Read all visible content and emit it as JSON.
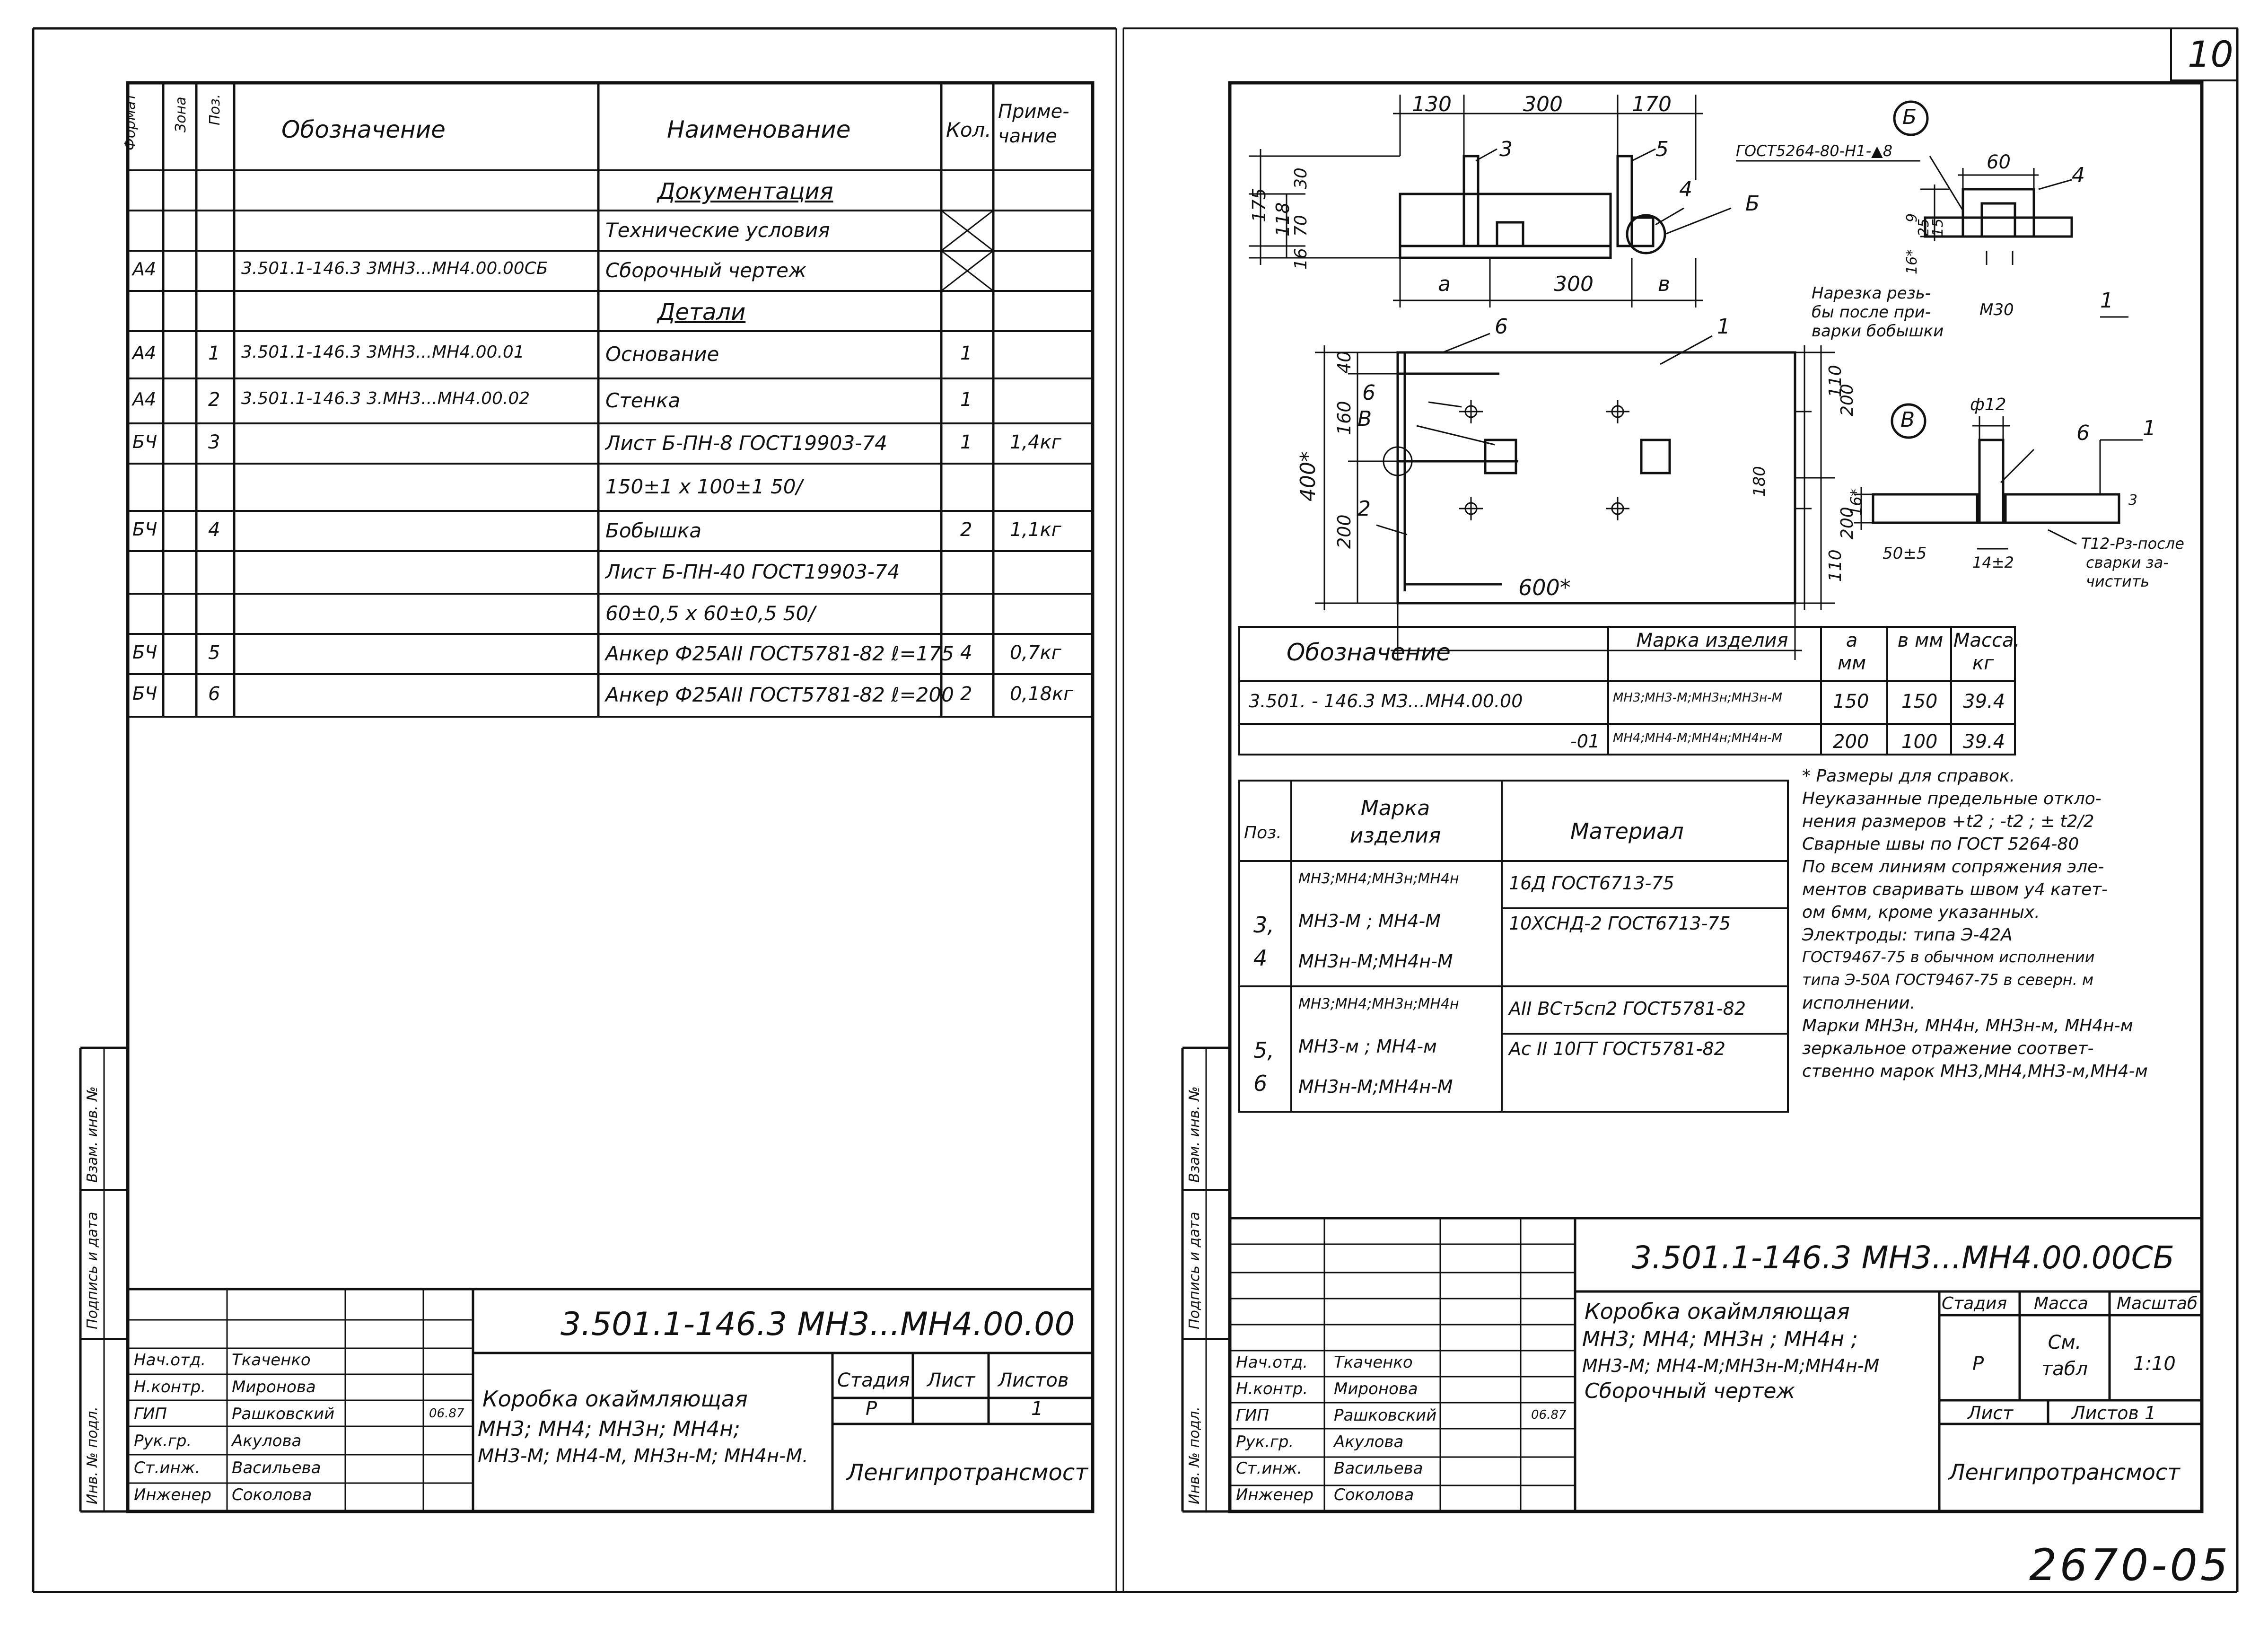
{
  "page_number": "10",
  "archive_number": "2670-05",
  "left_sheet": {
    "spec_headers": {
      "format": "Формат",
      "zone": "Зона",
      "pos": "Поз.",
      "designation": "Обозначение",
      "name": "Наименование",
      "qty": "Кол.",
      "note": "Приме-\nчание"
    },
    "spec_rows": [
      {
        "format": "",
        "zone": "",
        "pos": "",
        "designation": "",
        "name": "Документация",
        "qty": "",
        "note": "",
        "underline": true
      },
      {
        "format": "",
        "zone": "",
        "pos": "",
        "designation": "",
        "name": "Технические условия",
        "qty": "X",
        "note": "X"
      },
      {
        "format": "А4",
        "zone": "",
        "pos": "",
        "designation": "3.501.1-146.3   3МН3...МН4.00.00СБ",
        "name": "Сборочный  чертеж",
        "qty": "X",
        "note": "X"
      },
      {
        "format": "",
        "zone": "",
        "pos": "",
        "designation": "",
        "name": "Детали",
        "qty": "",
        "note": "",
        "underline": true
      },
      {
        "format": "А4",
        "zone": "",
        "pos": "1",
        "designation": "3.501.1-146.3      3МН3...МН4.00.01",
        "name": "Основание",
        "qty": "1",
        "note": ""
      },
      {
        "format": "А4",
        "zone": "",
        "pos": "2",
        "designation": "3.501.1-146.3    3.МН3...МН4.00.02",
        "name": "Стенка",
        "qty": "1",
        "note": ""
      },
      {
        "format": "БЧ",
        "zone": "",
        "pos": "3",
        "designation": "",
        "name": "Лист Б-ПН-8 ГОСТ19903-74",
        "qty": "1",
        "note": "1,4кг"
      },
      {
        "format": "",
        "zone": "",
        "pos": "",
        "designation": "",
        "name": "150±1 х 100±1  50/",
        "qty": "",
        "note": ""
      },
      {
        "format": "БЧ",
        "zone": "",
        "pos": "4",
        "designation": "",
        "name": "Бобышка",
        "qty": "2",
        "note": "1,1кг"
      },
      {
        "format": "",
        "zone": "",
        "pos": "",
        "designation": "",
        "name": "Лист Б-ПН-40 ГОСТ19903-74",
        "qty": "",
        "note": ""
      },
      {
        "format": "",
        "zone": "",
        "pos": "",
        "designation": "",
        "name": "60±0,5 х 60±0,5 50/",
        "qty": "",
        "note": ""
      },
      {
        "format": "БЧ",
        "zone": "",
        "pos": "5",
        "designation": "",
        "name": "Анкер Ф25АII ГОСТ5781-82 ℓ=175",
        "qty": "4",
        "note": "0,7кг"
      },
      {
        "format": "БЧ",
        "zone": "",
        "pos": "6",
        "designation": "",
        "name": "Анкер Ф25АII ГОСТ5781-82 ℓ=200",
        "qty": "2",
        "note": "0,18кг"
      }
    ],
    "side_stamp": [
      "Инв. № подл.",
      "Подпись и дата",
      "Взам. инв. №"
    ],
    "title_block": {
      "code": "3.501.1-146.3   МН3...МН4.00.00",
      "title_lines": [
        "Коробка окаймляющая",
        "МН3; МН4; МН3н; МН4н;",
        "МН3-М; МН4-М, МН3н-М; МН4н-М."
      ],
      "stage_label": "Стадия",
      "sheet_label": "Лист",
      "sheets_label": "Листов",
      "stage": "Р",
      "sheet": "",
      "sheets": "1",
      "org": "Ленгипротрансмост",
      "staff": [
        {
          "role": "Нач.отд.",
          "name": "Ткаченко",
          "date": ""
        },
        {
          "role": "Н.контр.",
          "name": "Миронова",
          "date": ""
        },
        {
          "role": "ГИП",
          "name": "Рашковский",
          "date": "06.87"
        },
        {
          "role": "Рук.гр.",
          "name": "Акулова",
          "date": ""
        },
        {
          "role": "Ст.инж.",
          "name": "Васильева",
          "date": ""
        },
        {
          "role": "Инженер",
          "name": "Соколова",
          "date": ""
        }
      ]
    }
  },
  "right_sheet": {
    "drawing": {
      "top_dims": [
        "130",
        "300",
        "170"
      ],
      "left_dims": [
        "175",
        "118",
        "30",
        "70",
        "16"
      ],
      "bottom_dims": [
        "a",
        "300",
        "в"
      ],
      "callouts": [
        "3",
        "5",
        "4",
        "Б",
        "6",
        "1",
        "6",
        "В",
        "2"
      ],
      "plan_dims_left": [
        "40",
        "160",
        "200",
        "400*"
      ],
      "plan_dims_right": [
        "110",
        "200",
        "200",
        "110"
      ],
      "plan_width": "600*",
      "plan_inner": "180",
      "detail_b": {
        "label": "Б",
        "gost": "ГОСТ5264-80-Н1-▲8",
        "dim_top": "60",
        "pos": "4",
        "dims": [
          "9",
          "25",
          "15",
          "16*"
        ],
        "thread": "М30",
        "note": [
          "Нарезка резь-",
          "бы после при-",
          "варки бобышки"
        ],
        "pos2": "1"
      },
      "detail_v": {
        "label": "В",
        "dia": "ф12",
        "pos": [
          "6",
          "1"
        ],
        "dims": [
          "16*",
          "50±5",
          "14±2",
          "3"
        ],
        "note": [
          "Т12-Рз-после",
          "сварки за-",
          "чистить"
        ]
      }
    },
    "variants_table": {
      "headers": [
        "Обозначение",
        "Марка изделия",
        "a мм",
        "в мм",
        "Масса, кг"
      ],
      "rows": [
        [
          "3.501. - 146.3    МЗ...МН4.00.00",
          "МН3;МН3-М;МН3н;МН3н-М",
          "150",
          "150",
          "39.4"
        ],
        [
          "-01",
          "МН4;МН4-М;МН4н;МН4н-М",
          "200",
          "100",
          "39.4"
        ]
      ]
    },
    "materials_table": {
      "headers": [
        "Поз.",
        "Марка изделия",
        "Материал"
      ],
      "rows": [
        {
          "pos": "3,\n4",
          "items": [
            [
              "МН3;МН4;МН3н;МН4н",
              "16Д  ГОСТ6713-75"
            ],
            [
              "МН3-М ; МН4-М",
              "10ХСНД-2 ГОСТ6713-75"
            ],
            [
              "МН3н-М;МН4н-М",
              ""
            ]
          ]
        },
        {
          "pos": "5,\n6",
          "items": [
            [
              "МН3;МН4;МН3н;МН4н",
              "АII ВСт5сп2 ГОСТ5781-82"
            ],
            [
              "МН3-м ; МН4-м",
              "Ас II 10ГТ ГОСТ5781-82"
            ],
            [
              "МН3н-М;МН4н-М",
              ""
            ]
          ]
        }
      ]
    },
    "notes": [
      "* Размеры для справок.",
      "Неуказанные предельные откло-",
      "нения размеров +t2 ; -t2 ; ± t2/2",
      "Сварные швы по ГОСТ 5264-80",
      "По всем линиям сопряжения эле-",
      "ментов сваривать швом у4 катет-",
      "ом 6мм, кроме указанных.",
      "Электроды: типа Э-42А",
      "ГОСТ9467-75 в обычном исполнении",
      "типа Э-50А ГОСТ9467-75 в северн. м",
      "исполнении.",
      "Марки МН3н, МН4н, МН3н-м, МН4н-м",
      "зеркальное отражение соответ-",
      "ственно марок МН3,МН4,МН3-м,МН4-м"
    ],
    "side_stamp": [
      "Инв. № подл.",
      "Подпись и дата",
      "Взам. инв. №"
    ],
    "title_block": {
      "code": "3.501.1-146.3   МН3...МН4.00.00СБ",
      "title_lines": [
        "Коробка окаймляющая",
        "МН3; МН4; МН3н ; МН4н ;",
        "МН3-М; МН4-М;МН3н-М;МН4н-М",
        "Сборочный  чертеж"
      ],
      "stage_label": "Стадия",
      "mass_label": "Масса",
      "scale_label": "Масштаб",
      "stage": "Р",
      "mass": "См. табл",
      "scale": "1:10",
      "sheet_label": "Лист",
      "sheets_label": "Листов 1",
      "org": "Ленгипротрансмост",
      "staff": [
        {
          "role": "Нач.отд.",
          "name": "Ткаченко",
          "date": ""
        },
        {
          "role": "Н.контр.",
          "name": "Миронова",
          "date": ""
        },
        {
          "role": "ГИП",
          "name": "Рашковский",
          "date": "06.87"
        },
        {
          "role": "Рук.гр.",
          "name": "Акулова",
          "date": ""
        },
        {
          "role": "Ст.инж.",
          "name": "Васильева",
          "date": ""
        },
        {
          "role": "Инженер",
          "name": "Соколова",
          "date": ""
        }
      ]
    }
  }
}
